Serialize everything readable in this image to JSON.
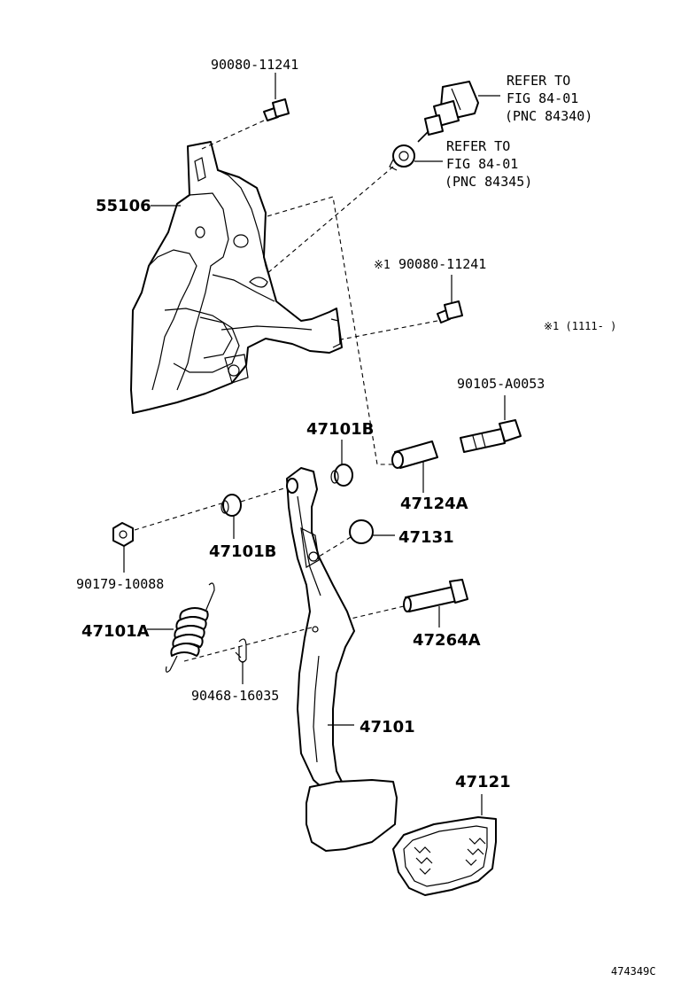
{
  "labels": {
    "top_bolt": "90080-11241",
    "refer1_line1": "REFER TO",
    "refer1_line2": "FIG 84-01",
    "refer1_line3": "(PNC 84340)",
    "refer2_line1": "REFER TO",
    "refer2_line2": "FIG 84-01",
    "refer2_line3": "(PNC 84345)",
    "bracket": "55106",
    "note_mark": "※1",
    "mid_bolt": "90080-11241",
    "note_text": "※1 (1111-      )",
    "pin_bolt": "90105-A0053",
    "bushing_top": "47101B",
    "collar": "47124A",
    "nut": "90179-10088",
    "bushing_left": "47101B",
    "stopper": "47131",
    "spring": "47101A",
    "shaft_bolt": "47264A",
    "clip": "90468-16035",
    "pedal_arm": "47101",
    "pad": "47121",
    "figure_id": "474349C"
  }
}
